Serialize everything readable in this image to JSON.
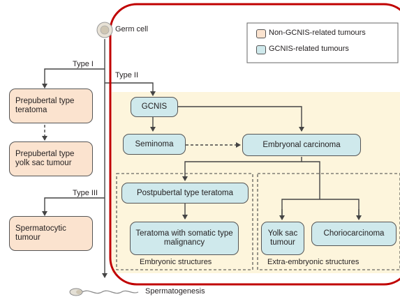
{
  "title_labels": {
    "germ_cell": "Germ cell",
    "spermatogenesis": "Spermatogenesis",
    "type_i": "Type I",
    "type_ii": "Type II",
    "type_iii": "Type III"
  },
  "legend": {
    "non_gcnis": "Non-GCNIS-related tumours",
    "gcnis": "GCNIS-related tumours"
  },
  "nodes": {
    "prepubertal_teratoma": "Prepubertal type teratoma",
    "prepubertal_yolk": "Prepubertal type yolk sac tumour",
    "spermatocytic": "Spermatocytic tumour",
    "gcnis": "GCNIS",
    "seminoma": "Seminoma",
    "embryonal": "Embryonal carcinoma",
    "postpubertal_teratoma": "Postpubertal type teratoma",
    "teratoma_somatic": "Teratoma with somatic type malignancy",
    "yolk_sac": "Yolk sac tumour",
    "choriocarcinoma": "Choriocarcinoma"
  },
  "groups": {
    "embryonic": "Embryonic structures",
    "extra_embryonic": "Extra-embryonic structures"
  },
  "colors": {
    "non_gcnis_fill": "#fbe3cf",
    "gcnis_fill": "#cfe9ec",
    "region_fill": "#fdf5dc",
    "highlight": "#c00000"
  }
}
